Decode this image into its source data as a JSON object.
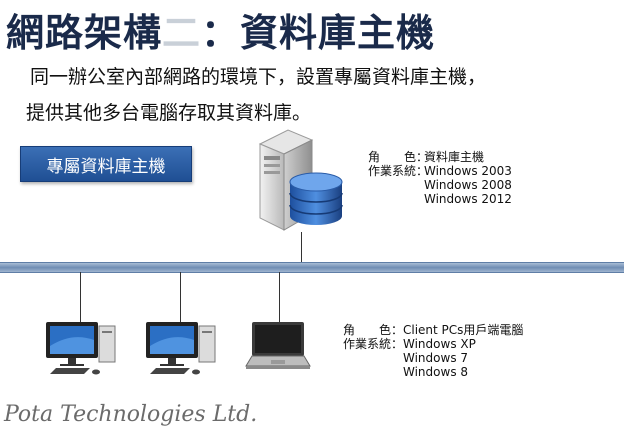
{
  "title": {
    "main": "網路架構",
    "num": "二",
    "rest": "：資料庫主機"
  },
  "description": {
    "line1": "同一辦公室內部網路的環境下，設置專屬資料庫主機，",
    "line2": "提供其他多台電腦存取其資料庫。"
  },
  "badge": "專屬資料庫主機",
  "server_info": {
    "role_label": "角　　色：",
    "role_value": "資料庫主機",
    "os_label": "作業系統：",
    "os_values": [
      "Windows 2003",
      "Windows 2008",
      "Windows 2012"
    ]
  },
  "client_info": {
    "role_label": "角　　色：",
    "role_value": "Client PCs用戶端電腦",
    "os_label": "作業系統：",
    "os_values": [
      "Windows XP",
      "Windows 7",
      "Windows 8"
    ]
  },
  "footer": "Pota Technologies Ltd."
}
